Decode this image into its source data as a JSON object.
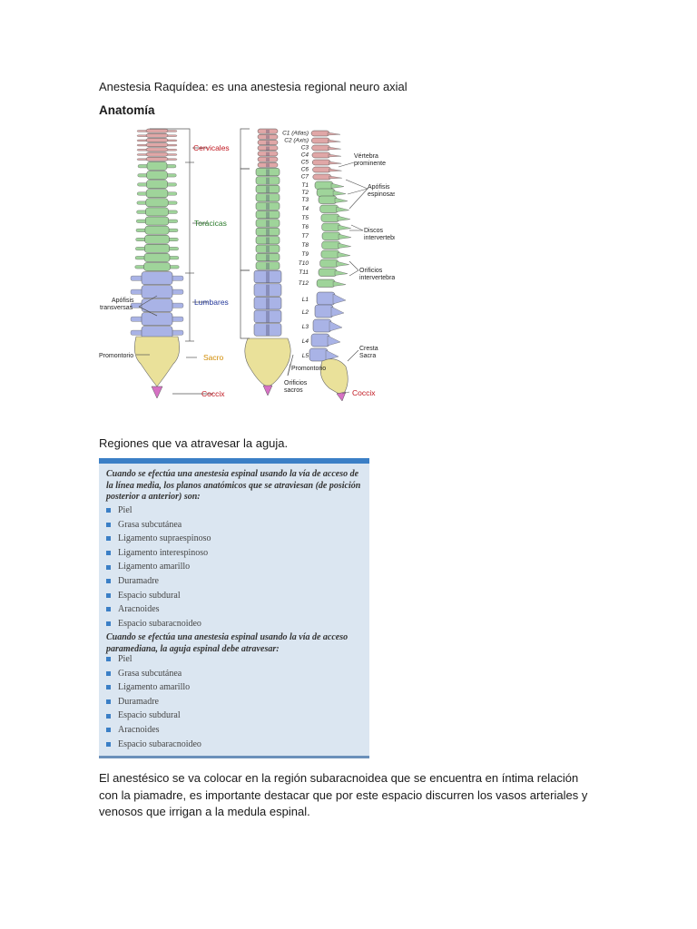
{
  "title_line": "Anestesia Raquídea: es una anestesia regional neuro axial",
  "section_heading": "Anatomía",
  "figure": {
    "labels_front": {
      "cervicales": "Cervicales",
      "toracicas": "Torácicas",
      "lumbares": "Lumbares",
      "sacro": "Sacro",
      "coccix": "Coccix",
      "apofisis_1": "Apófisis",
      "apofisis_2": "transversas",
      "promontorio": "Promontorio"
    },
    "labels_middle": {
      "orificios_1": "Orificios",
      "orificios_2": "sacros",
      "promontorio": "Promontorio"
    },
    "vertebrae": [
      "C1 (Atlas)",
      "C2 (Axis)",
      "C3",
      "C4",
      "C5",
      "C6",
      "C7",
      "T1",
      "T2",
      "T3",
      "T4",
      "T5",
      "T6",
      "T7",
      "T8",
      "T9",
      "T10",
      "T11",
      "T12",
      "L1",
      "L2",
      "L3",
      "L4",
      "L5"
    ],
    "labels_side": {
      "vertebra_1": "Vértebra",
      "vertebra_2": "prominente",
      "apofisis_1": "Apófisis",
      "apofisis_2": "espinosas",
      "discos_1": "Discos",
      "discos_2": "intervertebrales",
      "orificios_1": "Orificios",
      "orificios_2": "intervertebrales",
      "cresta_1": "Cresta",
      "cresta_2": "Sacra",
      "coccix": "Coccix"
    }
  },
  "regions_heading": "Regiones que va atravesar la aguja.",
  "box": {
    "intro1": "Cuando se efectúa una anestesia espinal usando la vía de acceso de la línea media, los planos anatómicos que se atraviesan (de posición posterior a anterior) son:",
    "list1": [
      "Piel",
      "Grasa subcutánea",
      "Ligamento supraespinoso",
      "Ligamento interespinoso",
      "Ligamento amarillo",
      "Duramadre",
      "Espacio subdural",
      "Aracnoides",
      "Espacio subaracnoideo"
    ],
    "intro2": "Cuando se efectúa una anestesia espinal usando la vía de acceso paramediana, la aguja espinal debe atravesar:",
    "list2": [
      "Piel",
      "Grasa subcutánea",
      "Ligamento amarillo",
      "Duramadre",
      "Espacio subdural",
      "Aracnoides",
      "Espacio subaracnoideo"
    ]
  },
  "final_paragraph": "El anestésico se va colocar en la región subaracnoidea que se encuentra en íntima relación con la piamadre, es importante destacar que por este espacio discurren los vasos arteriales y venosos que irrigan a la medula espinal.",
  "colors": {
    "cervical": "#e0a7a7",
    "thoracic": "#9fd49a",
    "lumbar": "#a9b3e6",
    "sacrum": "#eae19a",
    "coccyx": "#d671c4",
    "label_red": "#c0161f",
    "label_green": "#2a7a2a",
    "label_blue": "#23379a",
    "label_orange": "#d08a00",
    "box_bg": "#dbe6f1",
    "box_accent": "#3b7fc6"
  }
}
